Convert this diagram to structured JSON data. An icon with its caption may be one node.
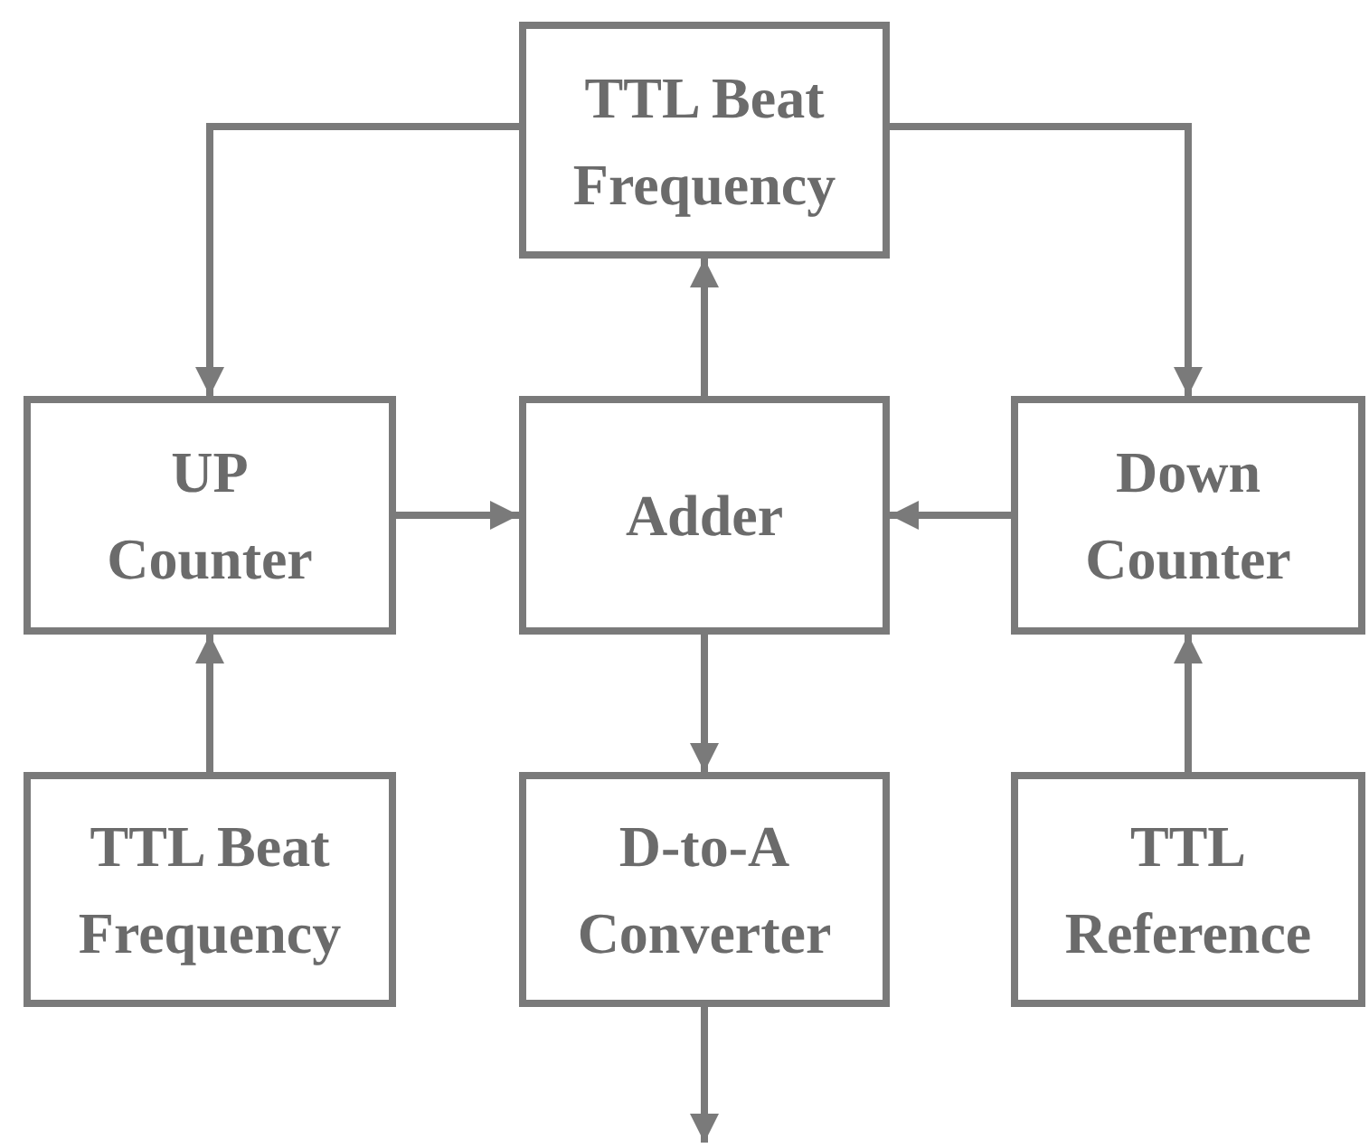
{
  "diagram": {
    "nodes": [
      {
        "text": [
          "TTL Beat Frequency"
        ]
      },
      {
        "text": [
          "UP Counter"
        ]
      },
      {
        "text": [
          "Adder"
        ]
      },
      {
        "text": [
          "Down Counter"
        ]
      },
      {
        "text": [
          "TTL Beat Frequency"
        ]
      },
      {
        "text": [
          "D-to-A Converter"
        ]
      },
      {
        "text": [
          "TTL Reference"
        ]
      }
    ],
    "edges": [
      {
        "from": 0,
        "to": 1,
        "arrow": "to"
      },
      {
        "from": 0,
        "to": 3,
        "arrow": "to"
      },
      {
        "from": 1,
        "to": 2,
        "arrow": "to"
      },
      {
        "from": 3,
        "to": 2,
        "arrow": "to"
      },
      {
        "from": 2,
        "to": 0,
        "arrow": "to"
      },
      {
        "from": 2,
        "to": 5,
        "arrow": "to"
      },
      {
        "from": 4,
        "to": 1,
        "arrow": "to"
      },
      {
        "from": 6,
        "to": 3,
        "arrow": "to"
      },
      {
        "from": 5,
        "to": null,
        "arrow": "to"
      }
    ]
  }
}
